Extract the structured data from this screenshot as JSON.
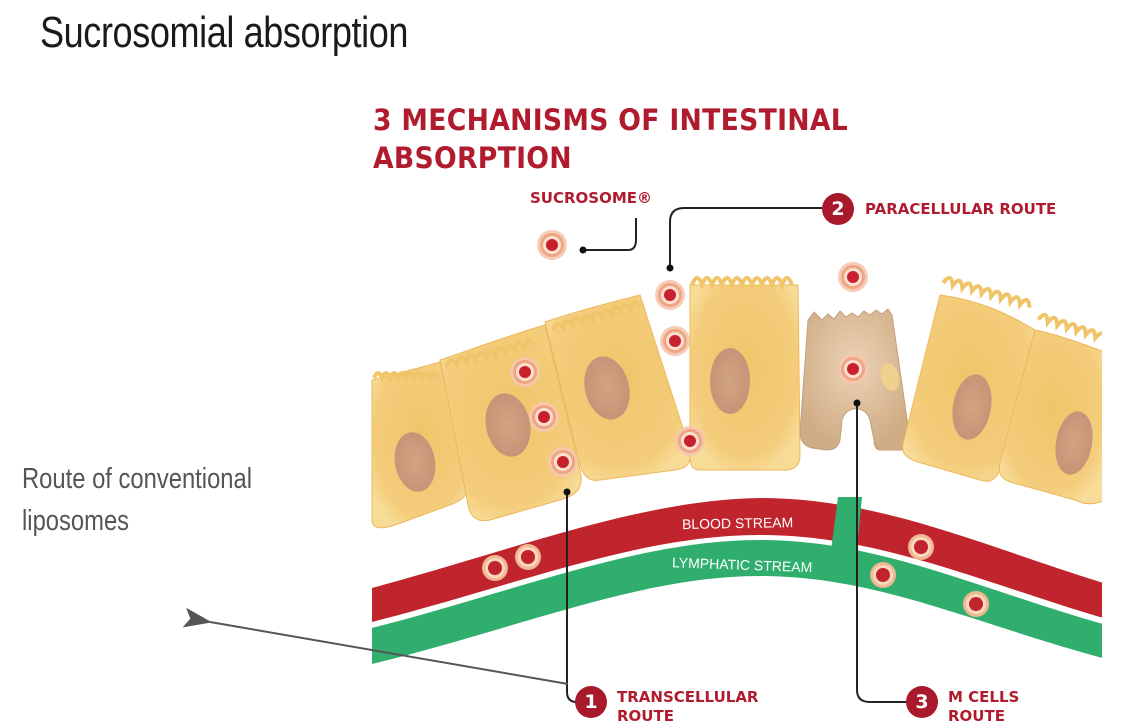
{
  "slide": {
    "title": "Sucrosomial absorption",
    "side_note_line1": "Route of conventional",
    "side_note_line2": "liposomes"
  },
  "diagram": {
    "title_line1": "3 MECHANISMS OF INTESTINAL",
    "title_line2": "ABSORPTION",
    "sucrosome_label": "SUCROSOME®",
    "blood_stream_label": "BLOOD STREAM",
    "lymphatic_stream_label": "LYMPHATIC STREAM",
    "routes": [
      {
        "number": "1",
        "line1": "TRANSCELLULAR",
        "line2": "ROUTE"
      },
      {
        "number": "2",
        "line1": "PARACELLULAR ROUTE",
        "line2": ""
      },
      {
        "number": "3",
        "line1": "M CELLS",
        "line2": "ROUTE"
      }
    ],
    "colors": {
      "brand_red": "#b01c2e",
      "blood": "#c0242d",
      "lymph": "#2fae6d",
      "cell": "#f3cb77",
      "m_cell": "#d5b48f",
      "nucleus": "#c99a7d"
    }
  }
}
